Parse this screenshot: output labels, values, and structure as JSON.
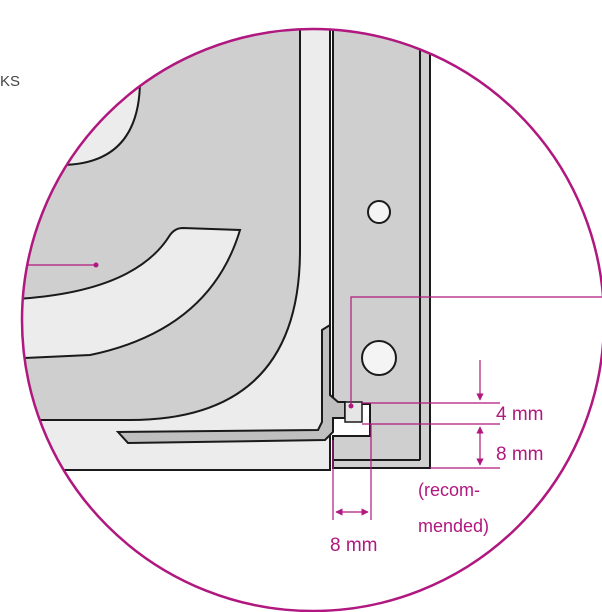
{
  "colors": {
    "accent": "#b0177f",
    "outline": "#1a1a1a",
    "light_fill": "#ececec",
    "mid_fill": "#cfcfcf",
    "background": "#ffffff"
  },
  "labels": {
    "clipped_corner_text": "KS",
    "dim_gap_top": "4 mm",
    "dim_gap_bottom": "8 mm",
    "recommended_line1": "(recom-",
    "recommended_line2": "mended)",
    "dim_horizontal": "8 mm"
  }
}
